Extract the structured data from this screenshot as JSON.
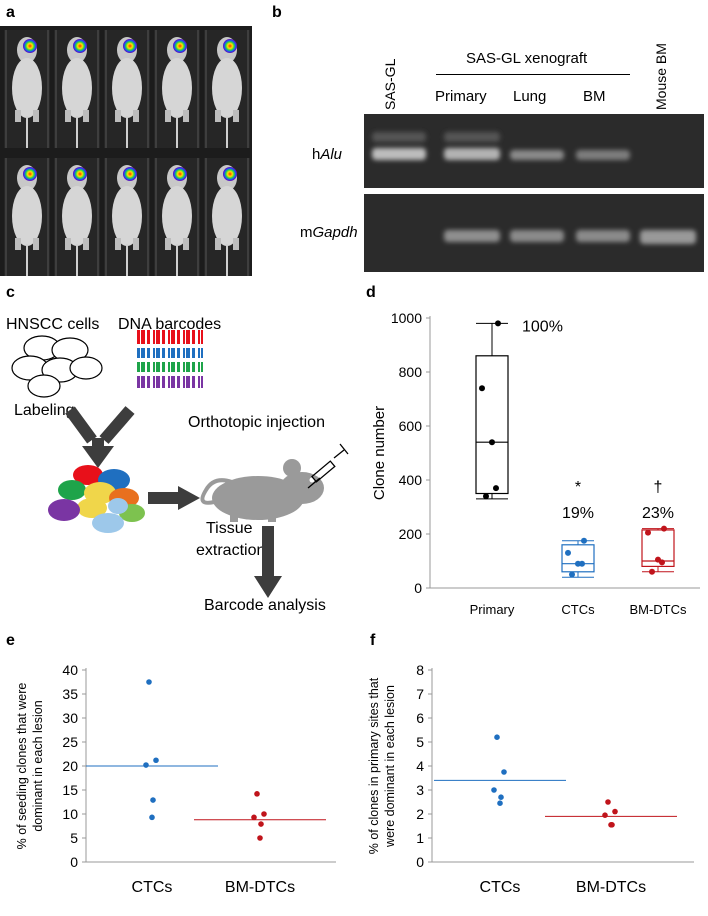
{
  "panels": {
    "a": "a",
    "b": "b",
    "c": "c",
    "d": "d",
    "e": "e",
    "f": "f"
  },
  "panel_b": {
    "lane_sasgl": "SAS-GL",
    "xenograft_header": "SAS-GL xenograft",
    "lane_primary": "Primary",
    "lane_lung": "Lung",
    "lane_bm": "BM",
    "lane_mouse_bm": "Mouse BM",
    "row1_prefix": "h",
    "row1_italic": "Alu",
    "row2_prefix": "m",
    "row2_italic": "Gapdh"
  },
  "panel_c": {
    "hnscc_cells": "HNSCC cells",
    "dna_barcodes": "DNA barcodes",
    "labeling": "Labeling",
    "orthotopic_injection": "Orthotopic injection",
    "tissue_extraction_1": "Tissue",
    "tissue_extraction_2": "extraction",
    "barcode_analysis": "Barcode analysis",
    "colors": [
      "#e8101a",
      "#1f6fc0",
      "#1ea44a",
      "#7a35a3",
      "#f0d64a",
      "#e8701e",
      "#9dc8ea",
      "#7dc24f"
    ]
  },
  "chart_data": [
    {
      "panel": "d",
      "type": "box",
      "ylabel": "Clone number",
      "ylim": [
        0,
        1000
      ],
      "yticks": [
        0,
        200,
        400,
        600,
        800,
        1000
      ],
      "categories": [
        "Primary",
        "CTCs",
        "BM-DTCs"
      ],
      "series": [
        {
          "name": "Primary",
          "color": "#000000",
          "points": [
            980,
            740,
            540,
            370,
            340
          ],
          "whisker": [
            330,
            980
          ],
          "q1": 350,
          "median": 540,
          "q3": 860,
          "annotation": "100%",
          "mark": ""
        },
        {
          "name": "CTCs",
          "color": "#1f6fc0",
          "points": [
            175,
            130,
            90,
            90,
            50
          ],
          "whisker": [
            40,
            175
          ],
          "q1": 60,
          "median": 90,
          "q3": 160,
          "annotation": "19%",
          "mark": "*"
        },
        {
          "name": "BM-DTCs",
          "color": "#c0141b",
          "points": [
            220,
            205,
            105,
            95,
            60
          ],
          "whisker": [
            60,
            220
          ],
          "q1": 80,
          "median": 100,
          "q3": 215,
          "annotation": "23%",
          "mark": "†"
        }
      ]
    },
    {
      "panel": "e",
      "type": "scatter",
      "ylabel_line1": "% of seeding clones that were",
      "ylabel_line2": "dominant in each lesion",
      "ylim": [
        0,
        40
      ],
      "yticks": [
        0,
        5,
        10,
        15,
        20,
        25,
        30,
        35,
        40
      ],
      "categories": [
        "CTCs",
        "BM-DTCs"
      ],
      "series": [
        {
          "name": "CTCs",
          "color": "#1f6fc0",
          "values": [
            37.5,
            21.2,
            20.2,
            12.9,
            9.3
          ],
          "mean": 20.0
        },
        {
          "name": "BM-DTCs",
          "color": "#c0141b",
          "values": [
            14.2,
            10.0,
            9.3,
            7.9,
            5.0
          ],
          "mean": 8.8
        }
      ]
    },
    {
      "panel": "f",
      "type": "scatter",
      "ylabel_line1": "% of clones in primary sites that",
      "ylabel_line2": "were dominant in each lesion",
      "ylim": [
        0,
        8
      ],
      "yticks": [
        0,
        1,
        2,
        3,
        4,
        5,
        6,
        7,
        8
      ],
      "categories": [
        "CTCs",
        "BM-DTCs"
      ],
      "series": [
        {
          "name": "CTCs",
          "color": "#1f6fc0",
          "values": [
            5.2,
            3.75,
            3.0,
            2.7,
            2.45
          ],
          "mean": 3.4
        },
        {
          "name": "BM-DTCs",
          "color": "#c0141b",
          "values": [
            2.5,
            2.1,
            1.95,
            1.55,
            1.55
          ],
          "mean": 1.9
        }
      ]
    }
  ]
}
